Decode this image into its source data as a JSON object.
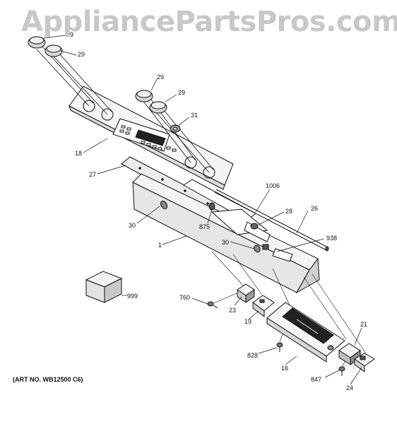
{
  "watermark": "AppliancePartsPros.com",
  "art_note": "(ART NO. WB12500 C6)",
  "callouts": {
    "c29a": "29",
    "c29b": "29",
    "c29c": "29",
    "c29d": "29",
    "c31": "31",
    "c18": "18",
    "c27": "27",
    "c1006": "1006",
    "c28": "28",
    "c26": "26",
    "c30a": "30",
    "c875": "875",
    "c938": "938",
    "c1": "1",
    "c30b": "30",
    "c999": "999",
    "c760": "760",
    "c23": "23",
    "c19": "19",
    "c21": "21",
    "c828": "828",
    "c16": "16",
    "c847": "847",
    "c24": "24"
  },
  "colors": {
    "line": "#111111",
    "panel": "#f4f4f4",
    "shade": "#d9d9d9",
    "watermark": "#c8c8c8"
  }
}
